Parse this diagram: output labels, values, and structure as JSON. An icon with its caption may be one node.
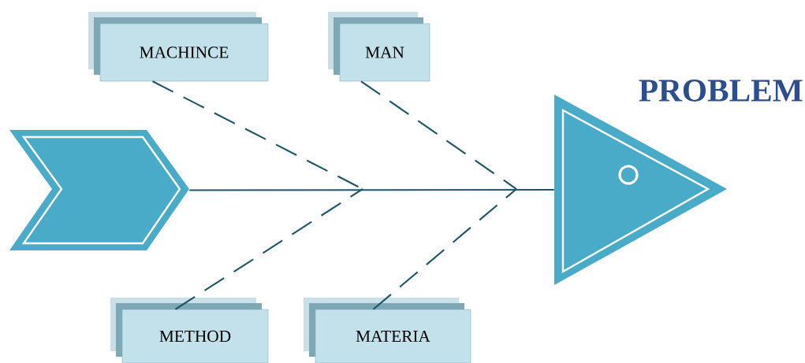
{
  "diagram": {
    "nodes": [
      {
        "text": [],
        "shape": "chevron"
      },
      {
        "text": [
          "MACHINCE"
        ]
      },
      {
        "text": [
          "MAN"
        ]
      },
      {
        "text": [
          "METHOD"
        ]
      },
      {
        "text": [
          "MATERIA"
        ]
      },
      {
        "text": [
          "PROBLEM"
        ]
      }
    ],
    "edges": [
      {
        "from": 0,
        "to": 5,
        "arrow": "none"
      },
      {
        "from": 1,
        "to": null,
        "arrow": "none",
        "style": "dashed"
      },
      {
        "from": 3,
        "to": null,
        "arrow": "none",
        "style": "dashed"
      },
      {
        "from": 2,
        "to": null,
        "arrow": "none",
        "style": "dashed"
      },
      {
        "from": 4,
        "to": null,
        "arrow": "none",
        "style": "dashed"
      }
    ]
  }
}
